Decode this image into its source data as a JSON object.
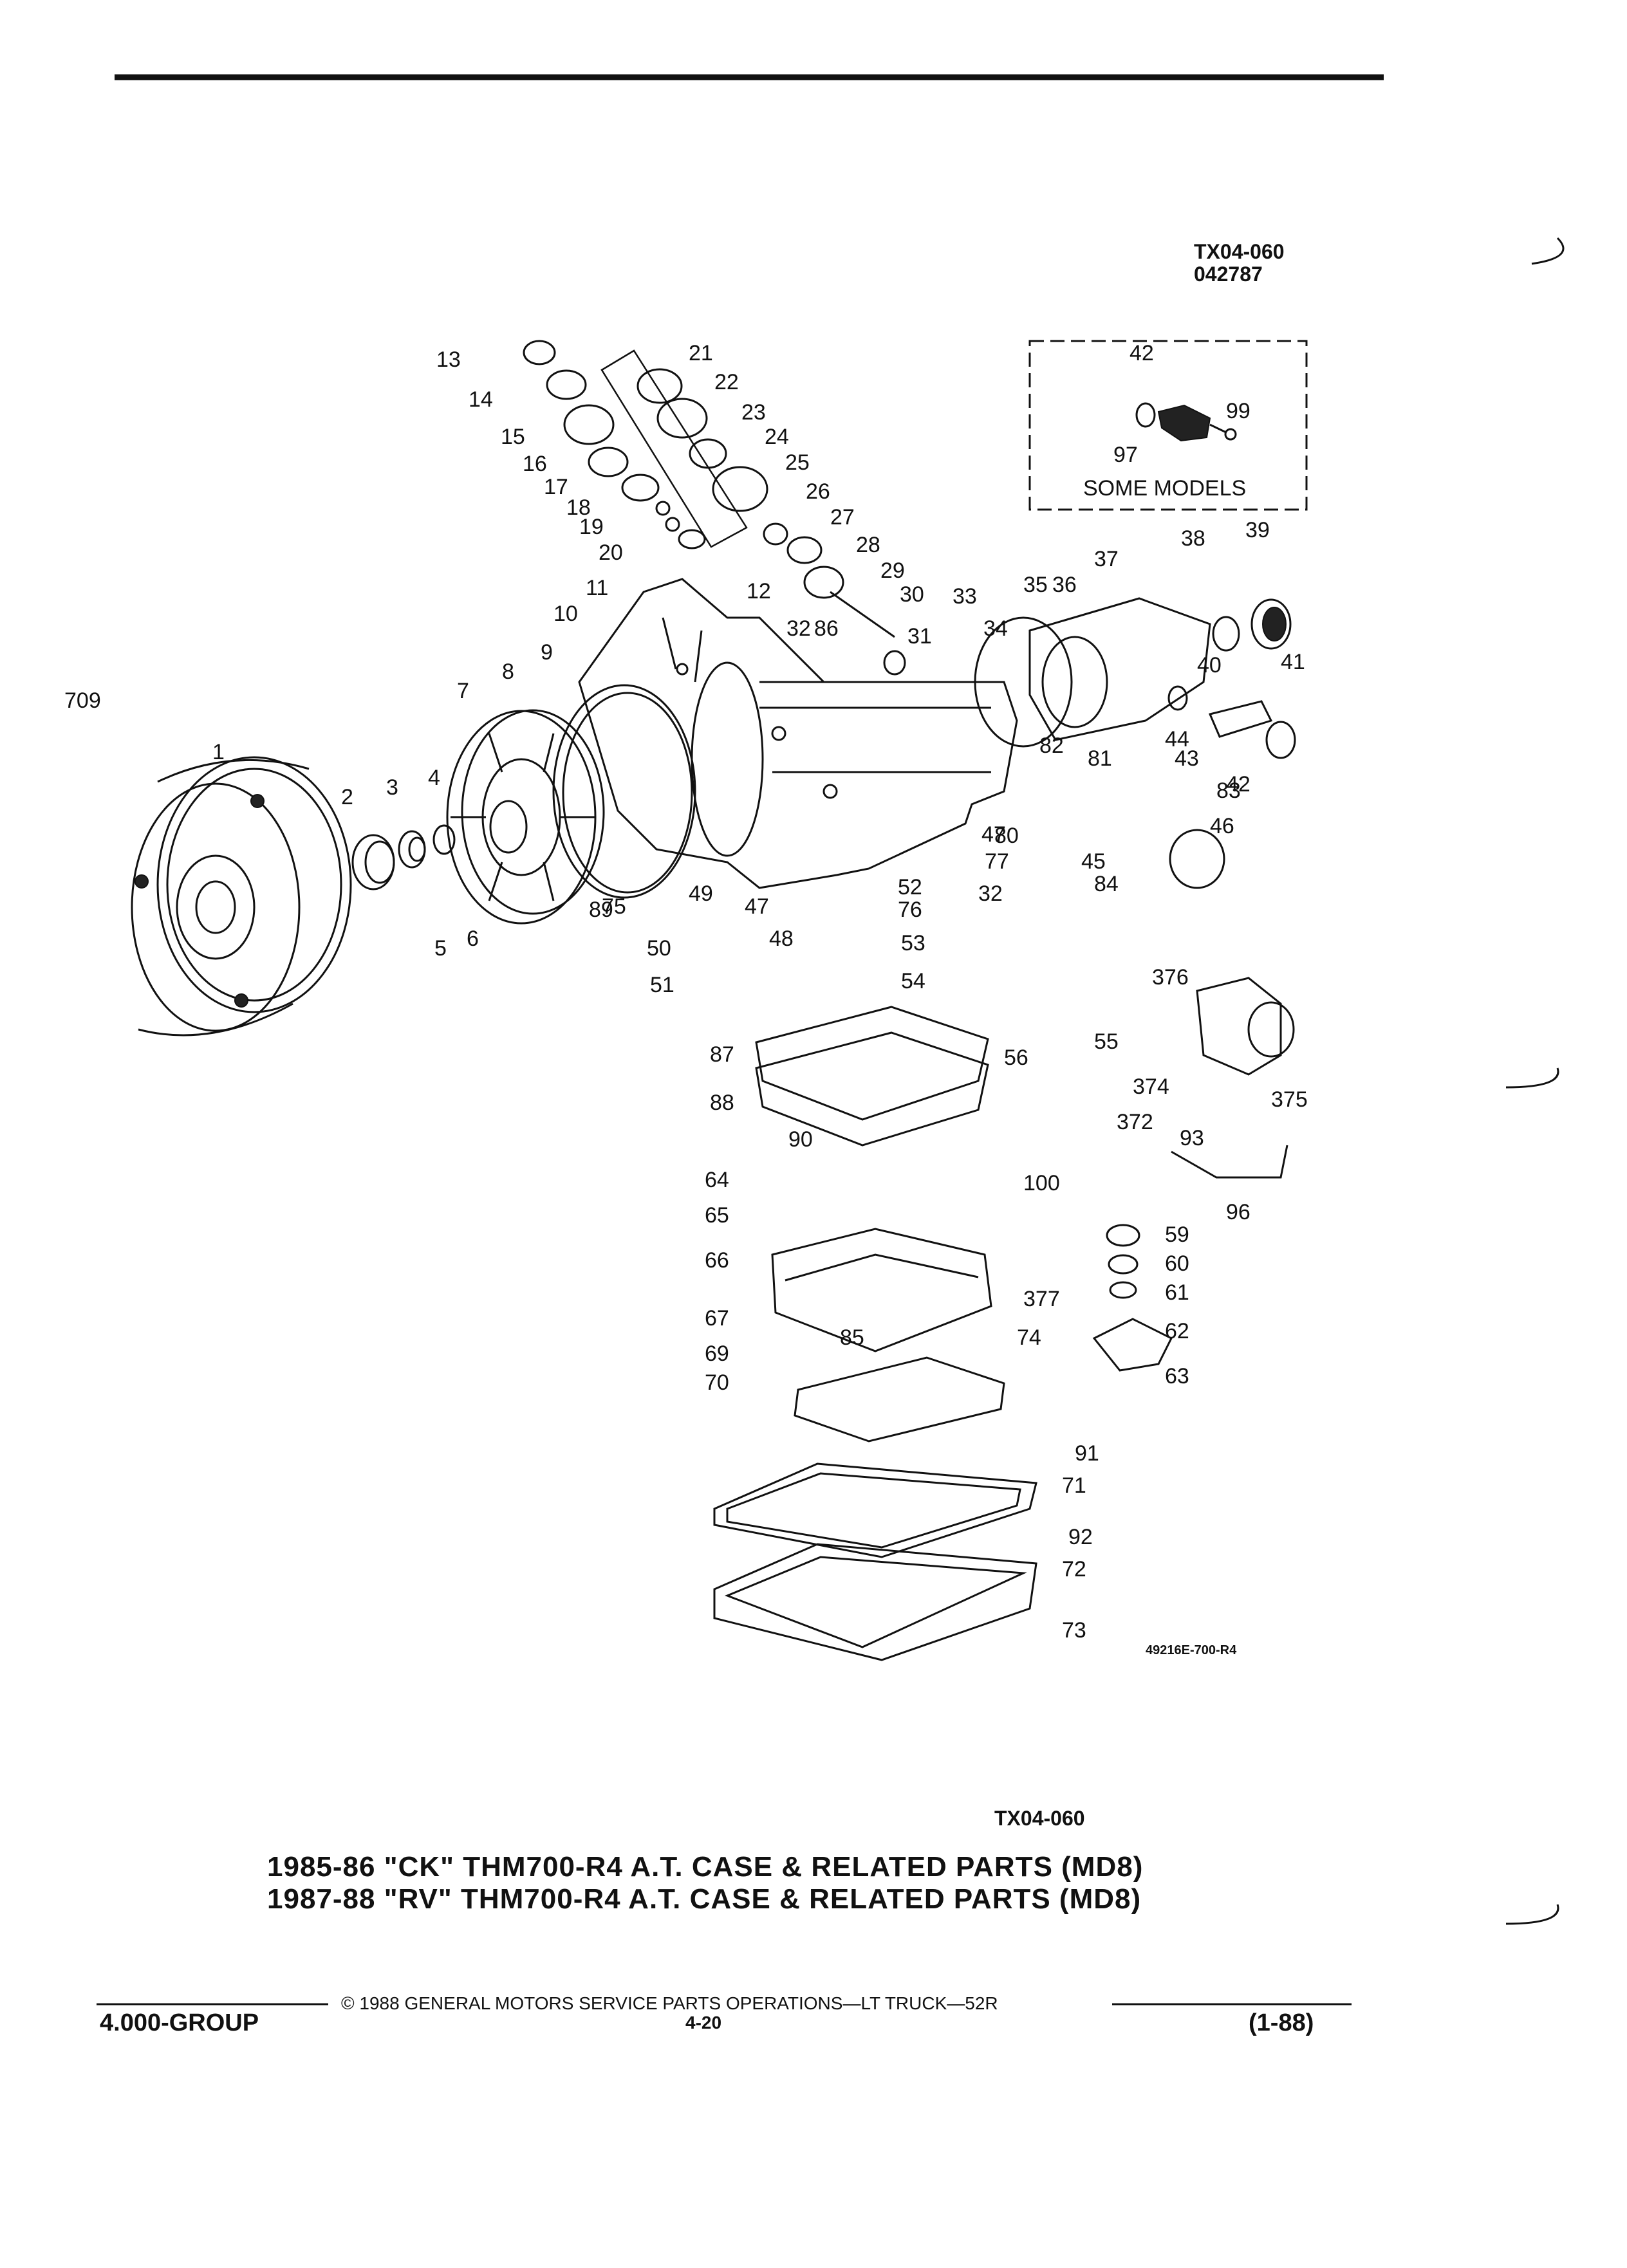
{
  "doc_code_top": [
    "TX04-060",
    "042787"
  ],
  "inset_caption": "SOME MODELS",
  "drawing_code": "49216E-700-R4",
  "figure_code": "TX04-060",
  "captions": [
    "1985-86 \"CK\" THM700-R4 A.T. CASE & RELATED PARTS (MD8)",
    "1987-88 \"RV\" THM700-R4 A.T. CASE & RELATED PARTS (MD8)"
  ],
  "footer": {
    "copyright": "© 1988 GENERAL MOTORS SERVICE PARTS OPERATIONS—LT TRUCK—52R",
    "group": "4.000-GROUP",
    "page": "4-20",
    "edition": "(1-88)"
  },
  "callouts": [
    "1",
    "2",
    "3",
    "4",
    "5",
    "6",
    "7",
    "8",
    "9",
    "10",
    "11",
    "12",
    "13",
    "14",
    "15",
    "16",
    "17",
    "18",
    "19",
    "20",
    "21",
    "22",
    "23",
    "24",
    "25",
    "26",
    "27",
    "28",
    "29",
    "30",
    "31",
    "32",
    "86",
    "32",
    "33",
    "34",
    "35",
    "36",
    "37",
    "38",
    "39",
    "40",
    "41",
    "42",
    "42",
    "43",
    "44",
    "45",
    "46",
    "47",
    "47",
    "48",
    "49",
    "50",
    "51",
    "52",
    "53",
    "54",
    "55",
    "56",
    "59",
    "60",
    "61",
    "62",
    "63",
    "64",
    "65",
    "66",
    "67",
    "69",
    "70",
    "71",
    "72",
    "73",
    "74",
    "75",
    "76",
    "77",
    "80",
    "81",
    "82",
    "83",
    "84",
    "85",
    "87",
    "88",
    "89",
    "90",
    "91",
    "92",
    "93",
    "96",
    "97",
    "99",
    "100",
    "372",
    "374",
    "375",
    "376",
    "377",
    "709"
  ]
}
